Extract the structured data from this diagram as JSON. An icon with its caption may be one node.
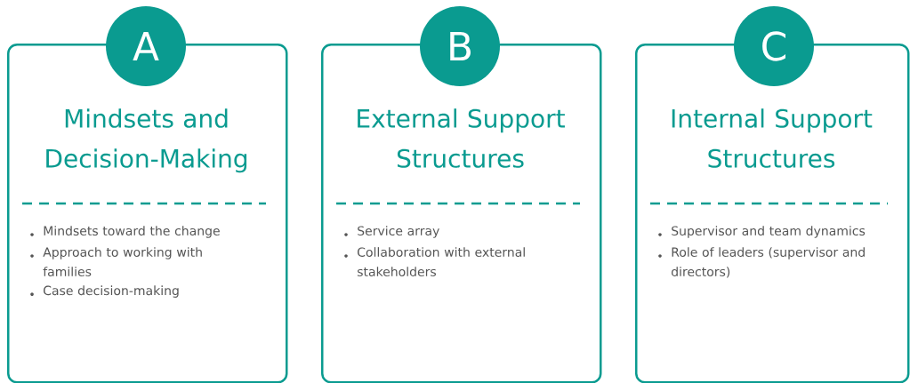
{
  "diagram": {
    "nodes": [
      {
        "text": [
          "A"
        ]
      },
      {
        "text": [
          "Mindsets and Decision-Making",
          "Mindsets toward the change",
          "Approach to working with families",
          "Case decision-making"
        ]
      },
      {
        "text": [
          "B"
        ]
      },
      {
        "text": [
          "External Support Structures",
          "Service array",
          "Collaboration with external stakeholders"
        ]
      },
      {
        "text": [
          "C"
        ]
      },
      {
        "text": [
          "Internal Support Structures",
          "Supervisor and team dynamics",
          "Role of leaders (supervisor and directors)"
        ]
      }
    ]
  }
}
